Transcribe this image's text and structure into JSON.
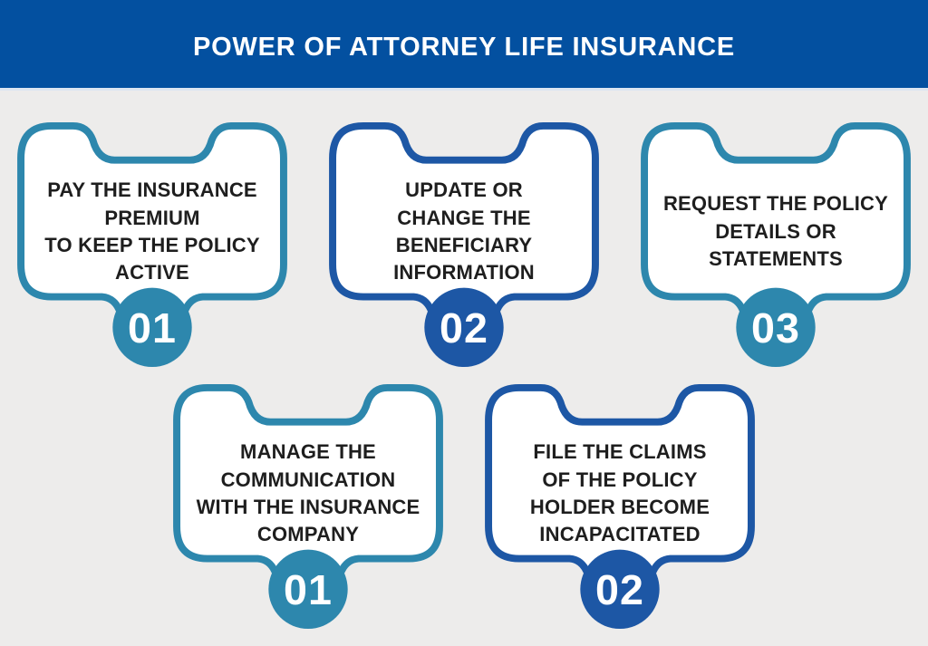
{
  "header": {
    "title": "POWER OF ATTORNEY LIFE INSURANCE",
    "bg_color": "#0350a0",
    "text_color": "#ffffff"
  },
  "colors": {
    "teal_accent": "#2d87ad",
    "blue_accent": "#1d57a5",
    "page_background": "#edeceb",
    "card_fill": "#ffffff",
    "body_text": "#1e1e1e",
    "number_text": "#ffffff"
  },
  "cards": [
    {
      "number": "01",
      "accent": "teal",
      "text": "PAY THE INSURANCE\nPREMIUM\nTO KEEP THE POLICY\nACTIVE"
    },
    {
      "number": "02",
      "accent": "blue",
      "text": "UPDATE OR\nCHANGE THE\nBENEFICIARY\nINFORMATION"
    },
    {
      "number": "03",
      "accent": "teal",
      "text": "REQUEST THE POLICY\nDETAILS OR\nSTATEMENTS"
    },
    {
      "number": "01",
      "accent": "teal",
      "text": "MANAGE THE\nCOMMUNICATION\nWITH THE INSURANCE\nCOMPANY"
    },
    {
      "number": "02",
      "accent": "blue",
      "text": "FILE THE CLAIMS\nOF THE POLICY\nHOLDER BECOME\nINCAPACITATED"
    }
  ]
}
